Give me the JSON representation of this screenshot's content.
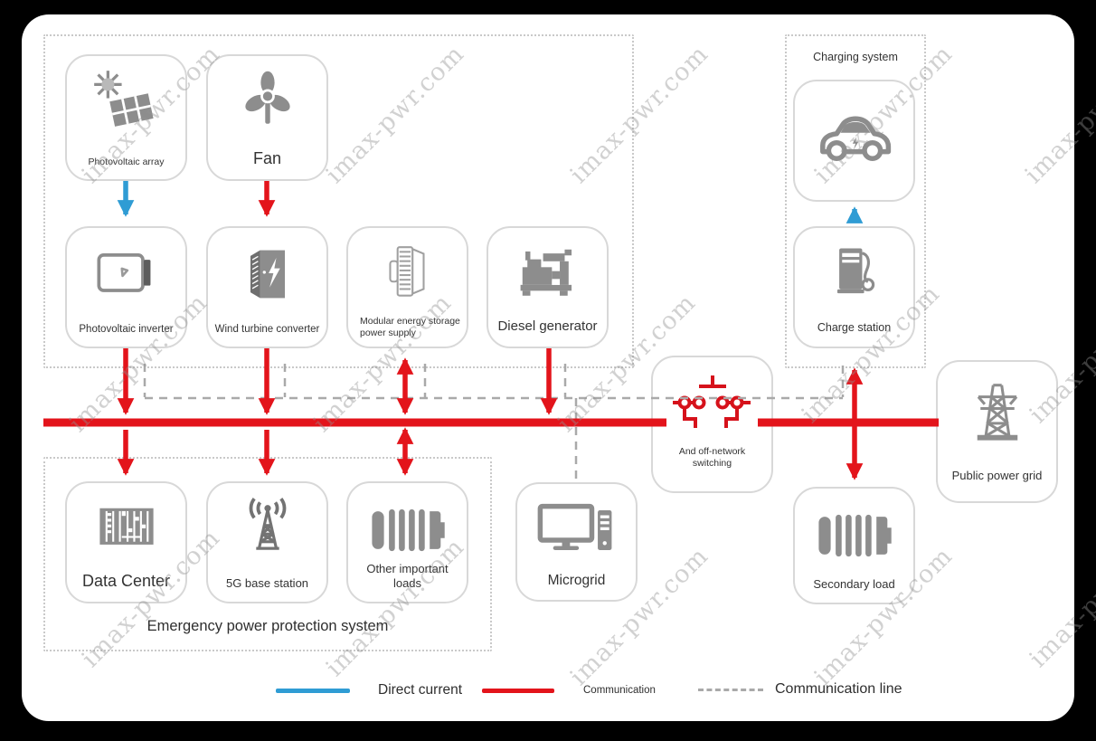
{
  "watermark": {
    "text": "imax-pwr.com"
  },
  "colors": {
    "dc_red": "#e3141b",
    "direct_blue": "#2f9cd4",
    "icon_gray": "#8d8d8d",
    "dash_gray": "#a9a9a9",
    "box_border": "#d8d8d8"
  },
  "groups": {
    "charging": {
      "title": "Charging system"
    },
    "emergency": {
      "title": "Emergency power protection system"
    }
  },
  "nodes": {
    "pv_array": {
      "label": "Photovoltaic array"
    },
    "fan": {
      "label": "Fan"
    },
    "pv_inverter": {
      "label": "Photovoltaic inverter"
    },
    "wind_converter": {
      "label": "Wind turbine converter"
    },
    "storage": {
      "label": "Modular energy storage power supply"
    },
    "diesel": {
      "label": "Diesel generator"
    },
    "charge_station": {
      "label": "Charge station"
    },
    "switching": {
      "label": "And off-network switching"
    },
    "public_grid": {
      "label": "Public power grid"
    },
    "data_center": {
      "label": "Data Center"
    },
    "base_5g": {
      "label": "5G base station"
    },
    "other_loads": {
      "label": "Other important loads"
    },
    "microgrid": {
      "label": "Microgrid"
    },
    "secondary_load": {
      "label": "Secondary load"
    }
  },
  "legend": {
    "direct_current": "Direct current",
    "communication": "Communication",
    "communication_line": "Communication line"
  }
}
